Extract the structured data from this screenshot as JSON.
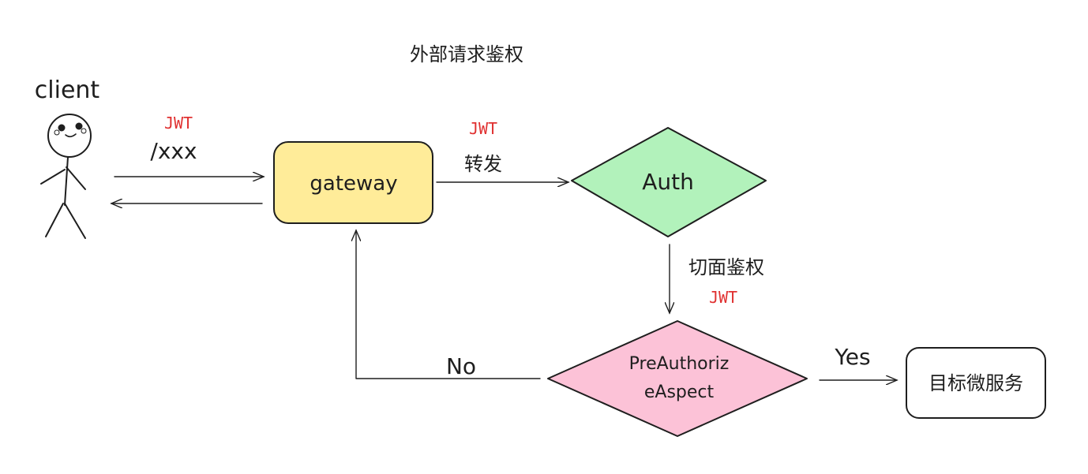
{
  "title": "外部请求鉴权",
  "actor": {
    "label": "client"
  },
  "nodes": {
    "gateway": {
      "label": "gateway",
      "fill": "#ffec99"
    },
    "auth": {
      "label": "Auth",
      "fill": "#b2f2bb"
    },
    "aspect": {
      "label_line1": "PreAuthoriz",
      "label_line2": "eAspect",
      "fill": "#fcc2d7"
    },
    "service": {
      "label": "目标微服务",
      "fill": "#ffffff"
    }
  },
  "edges": {
    "client_to_gateway": {
      "token": "JWT",
      "path": "/xxx"
    },
    "gateway_to_auth": {
      "token": "JWT",
      "label": "转发"
    },
    "auth_to_aspect": {
      "token": "JWT",
      "label": "切面鉴权"
    },
    "aspect_to_service": {
      "label": "Yes"
    },
    "aspect_to_gateway": {
      "label": "No"
    }
  },
  "colors": {
    "token_red": "#e03131",
    "stroke": "#1e1e1e"
  },
  "icons": [
    "stick-figure-icon"
  ]
}
